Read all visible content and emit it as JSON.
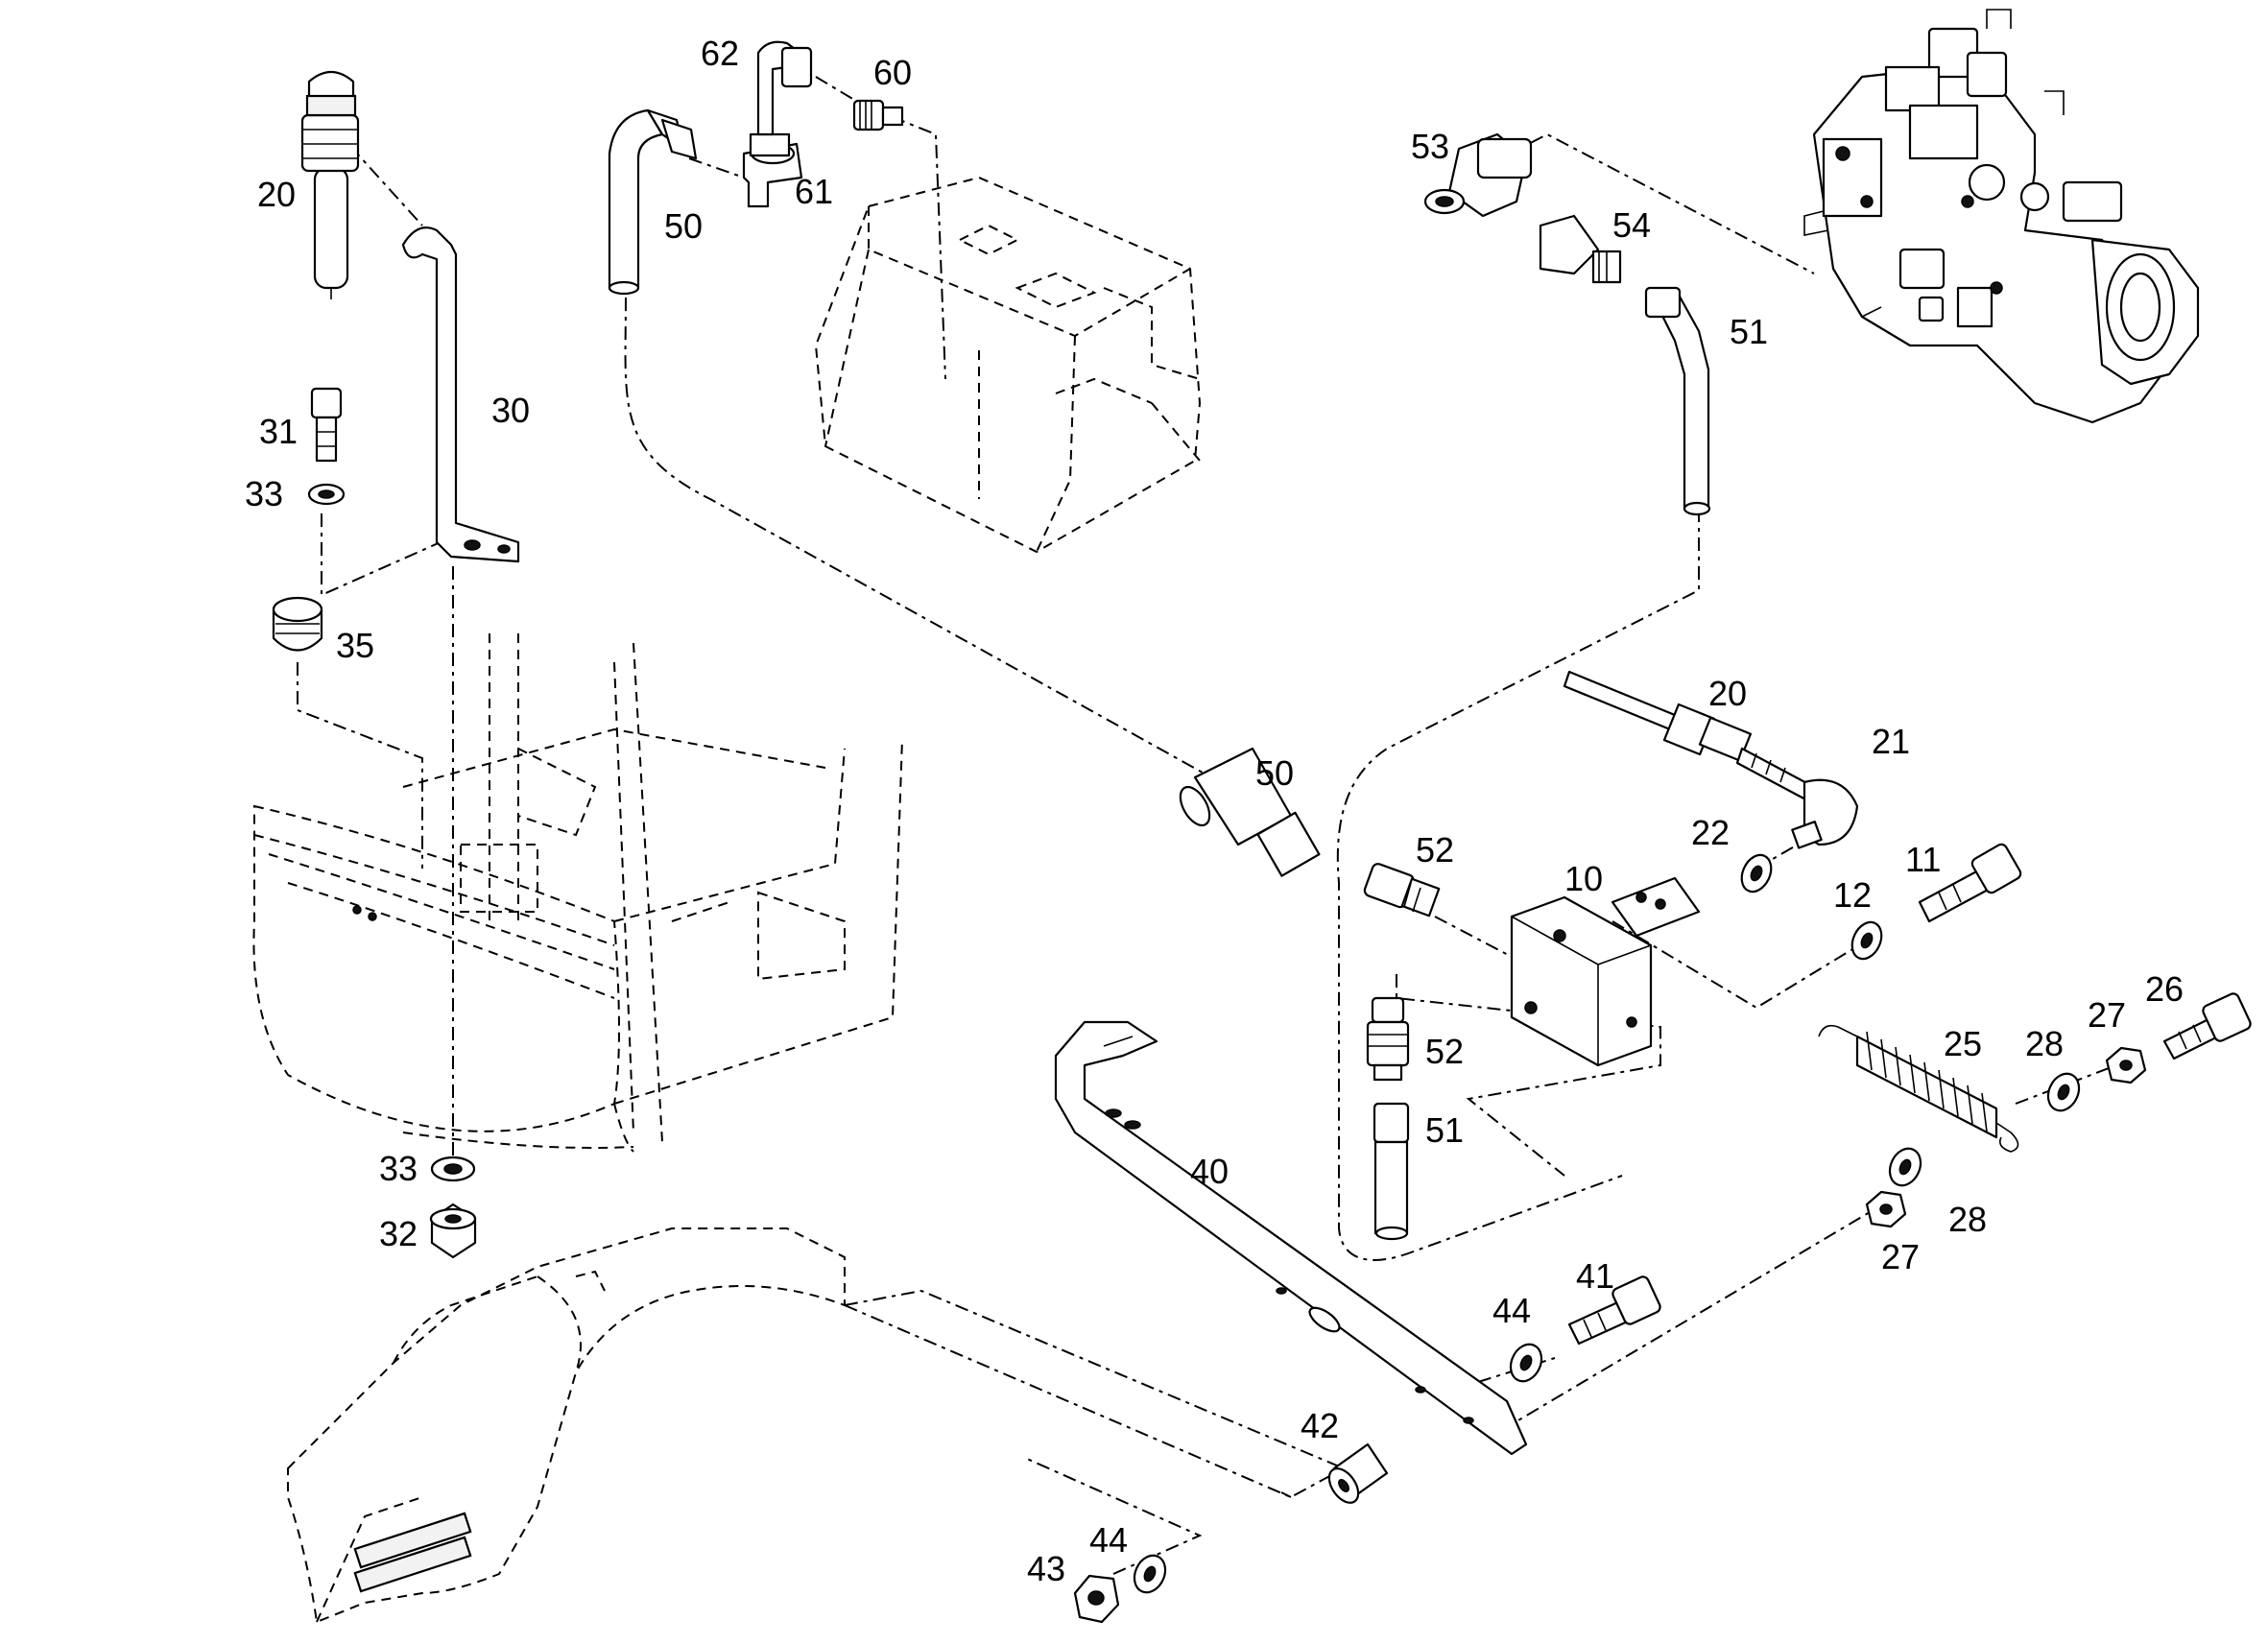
{
  "colors": {
    "ink": "#000000",
    "paper": "#ffffff"
  },
  "callouts": [
    {
      "id": "c20a",
      "text": "20"
    },
    {
      "id": "c30",
      "text": "30"
    },
    {
      "id": "c31",
      "text": "31"
    },
    {
      "id": "c33a",
      "text": "33"
    },
    {
      "id": "c35",
      "text": "35"
    },
    {
      "id": "c33b",
      "text": "33"
    },
    {
      "id": "c32",
      "text": "32"
    },
    {
      "id": "c62",
      "text": "62"
    },
    {
      "id": "c60",
      "text": "60"
    },
    {
      "id": "c61",
      "text": "61"
    },
    {
      "id": "c50a",
      "text": "50"
    },
    {
      "id": "c53",
      "text": "53"
    },
    {
      "id": "c54",
      "text": "54"
    },
    {
      "id": "c51a",
      "text": "51"
    },
    {
      "id": "c20b",
      "text": "20"
    },
    {
      "id": "c21",
      "text": "21"
    },
    {
      "id": "c50b",
      "text": "50"
    },
    {
      "id": "c52a",
      "text": "52"
    },
    {
      "id": "c22",
      "text": "22"
    },
    {
      "id": "c10",
      "text": "10"
    },
    {
      "id": "c11",
      "text": "11"
    },
    {
      "id": "c12",
      "text": "12"
    },
    {
      "id": "c52b",
      "text": "52"
    },
    {
      "id": "c51b",
      "text": "51"
    },
    {
      "id": "c26",
      "text": "26"
    },
    {
      "id": "c25",
      "text": "25"
    },
    {
      "id": "c27a",
      "text": "27"
    },
    {
      "id": "c28a",
      "text": "28"
    },
    {
      "id": "c40",
      "text": "40"
    },
    {
      "id": "c28b",
      "text": "28"
    },
    {
      "id": "c27b",
      "text": "27"
    },
    {
      "id": "c41",
      "text": "41"
    },
    {
      "id": "c44a",
      "text": "44"
    },
    {
      "id": "c42",
      "text": "42"
    },
    {
      "id": "c44b",
      "text": "44"
    },
    {
      "id": "c43",
      "text": "43"
    }
  ]
}
